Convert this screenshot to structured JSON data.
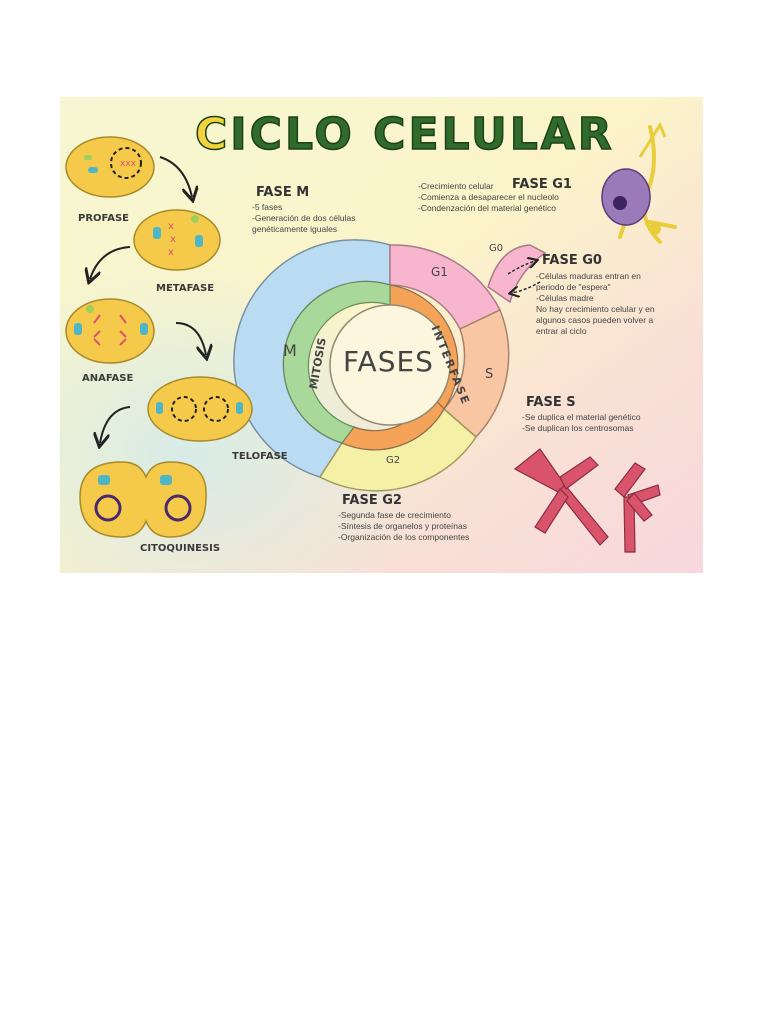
{
  "title": {
    "accent": "C",
    "rest": "ICLO CELULAR"
  },
  "center_label": "FASES",
  "ring": {
    "mitosis": "MITOSIS",
    "interfase": "INTERFASE"
  },
  "sectors": {
    "m": "M",
    "g1": "G1",
    "g0": "G0",
    "s": "S",
    "g2": "G2"
  },
  "stages": [
    "PROFASE",
    "METAFASE",
    "ANAFASE",
    "TELOFASE",
    "CITOQUINESIS"
  ],
  "fase_m": {
    "heading": "FASE M",
    "lines": [
      "-5 fases",
      "-Generación de dos células",
      "genéticamente iguales"
    ]
  },
  "fase_g1": {
    "heading": "FASE G1",
    "lines": [
      "-Crecimiento celular",
      "-Comienza a desaparecer el nucleolo",
      "-Condenzación del material genético"
    ]
  },
  "fase_g0": {
    "heading": "FASE G0",
    "lines": [
      "-Células maduras entran en",
      "periodo de \"espera\"",
      "-Células madre",
      "No hay crecimiento celular y en",
      "algunos casos pueden volver a",
      "entrar al ciclo"
    ]
  },
  "fase_s": {
    "heading": "FASE S",
    "lines": [
      "-Se duplica el material genético",
      "-Se duplican los centrosomas"
    ]
  },
  "fase_g2": {
    "heading": "FASE G2",
    "lines": [
      "-Segunda fase de crecimiento",
      "-Síntesis de organelos y proteínas",
      "-Organización de los componentes"
    ]
  },
  "colors": {
    "m": "#b9dcf2",
    "g1": "#f7b6cd",
    "s": "#f9c6a3",
    "g2": "#f4f0a6",
    "inner_ring": "#f6a35a",
    "mitosis_band": "#a9d99a",
    "cell": "#f5c94a",
    "chromosome": "#d9536b"
  }
}
